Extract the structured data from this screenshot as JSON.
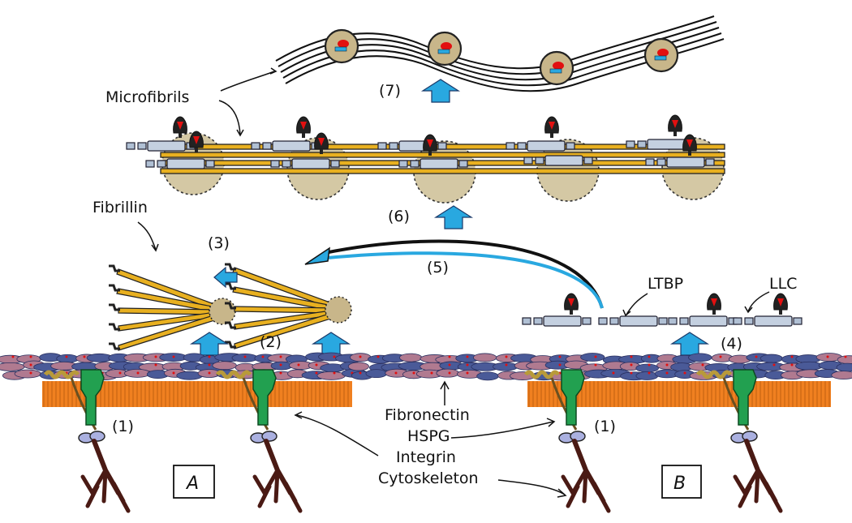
{
  "labels": {
    "microfibrils": "Microfibrils",
    "fibrillin": "Fibrillin",
    "ltbp": "LTBP",
    "llc": "LLC",
    "fibronectin": "Fibronectin",
    "hspg": "HSPG",
    "integrin": "Integrin",
    "cytoskeleton": "Cytoskeleton"
  },
  "steps": {
    "s1": "(1)",
    "s2": "(2)",
    "s3": "(3)",
    "s4": "(4)",
    "s5": "(5)",
    "s6": "(6)",
    "s7": "(7)"
  },
  "panels": {
    "a": "A",
    "b": "B"
  },
  "colors": {
    "arrow_fill": "#29a8e0",
    "fibrillin_gold": "#e8b020",
    "membrane_orange": "#f08020",
    "matrix_purple": "#4a5a98",
    "integrin_green": "#22a050",
    "cytoskeleton_brown": "#4a1a14",
    "hspg_tan": "#b89a3a",
    "lap_red": "#e21010",
    "bead_tan": "#c8b68a"
  }
}
